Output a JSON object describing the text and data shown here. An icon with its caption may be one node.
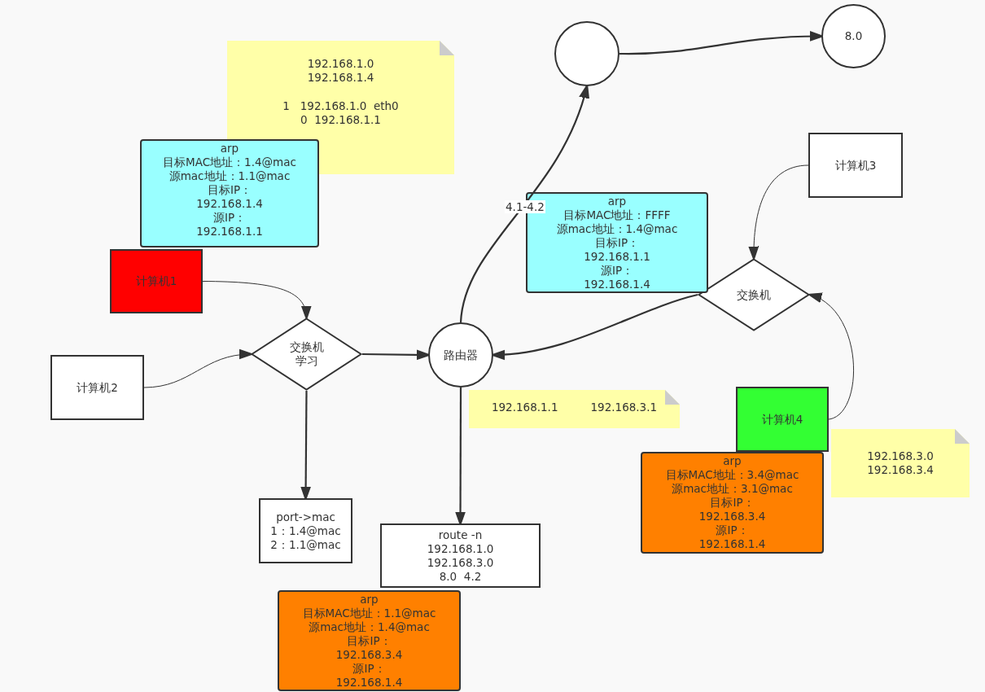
{
  "diagram": {
    "nodes": [
      {
        "text": [
          "192.168.1.0",
          "192.168.1.4",
          "1   192.168.1.0  eth0",
          "0  192.168.1.1"
        ]
      },
      {
        "text": [
          "arp",
          "目标MAC地址：1.4@mac",
          "源mac地址：1.1@mac",
          "目标IP：",
          "192.168.1.4",
          "源IP：",
          "192.168.1.1"
        ]
      },
      {
        "text": [
          "计算机1"
        ]
      },
      {
        "text": [
          "交换机",
          "学习"
        ]
      },
      {
        "text": [
          "计算机2"
        ]
      },
      {
        "text": [
          "路由器"
        ]
      },
      {
        "text": [
          "192.168.1.1",
          "192.168.3.1"
        ]
      },
      {
        "text": [
          "port->mac",
          "1：1.4@mac",
          "2：1.1@mac"
        ]
      },
      {
        "text": [
          "route -n",
          "192.168.1.0",
          "192.168.3.0",
          "8.0  4.2"
        ]
      },
      {
        "text": [
          "arp",
          "目标MAC地址：1.1@mac",
          "源mac地址：1.4@mac",
          "目标IP：",
          "192.168.3.4",
          "源IP：",
          "192.168.1.4"
        ]
      },
      {
        "text": [],
        "shape": "circle"
      },
      {
        "text": [
          "8.0"
        ]
      },
      {
        "text": [
          "arp",
          "目标MAC地址：FFFF",
          "源mac地址：1.4@mac",
          "目标IP：",
          "192.168.1.1",
          "源IP：",
          "192.168.1.4"
        ]
      },
      {
        "text": [
          "计算机3"
        ]
      },
      {
        "text": [
          "交换机"
        ]
      },
      {
        "text": [
          "计算机4"
        ]
      },
      {
        "text": [
          "192.168.3.0",
          "192.168.3.4"
        ]
      },
      {
        "text": [
          "arp",
          "目标MAC地址：3.4@mac",
          "源mac地址：3.1@mac",
          "目标IP：",
          "192.168.3.4",
          "源IP：",
          "192.168.1.4"
        ]
      }
    ],
    "edges": [
      {
        "from": 2,
        "to": 3,
        "arrow": "to"
      },
      {
        "from": 4,
        "to": 3,
        "arrow": "to"
      },
      {
        "from": 3,
        "to": 5,
        "arrow": "to"
      },
      {
        "from": 3,
        "to": 7,
        "arrow": "to"
      },
      {
        "from": 5,
        "to": 8,
        "arrow": "to"
      },
      {
        "from": 5,
        "to": 10,
        "arrow": "to",
        "label": "4.1-4.2"
      },
      {
        "from": 10,
        "to": 11,
        "arrow": "to"
      },
      {
        "from": 14,
        "to": 5,
        "arrow": "to"
      },
      {
        "from": 13,
        "to": 14,
        "arrow": "to"
      },
      {
        "from": 15,
        "to": 14,
        "arrow": "to"
      }
    ]
  }
}
